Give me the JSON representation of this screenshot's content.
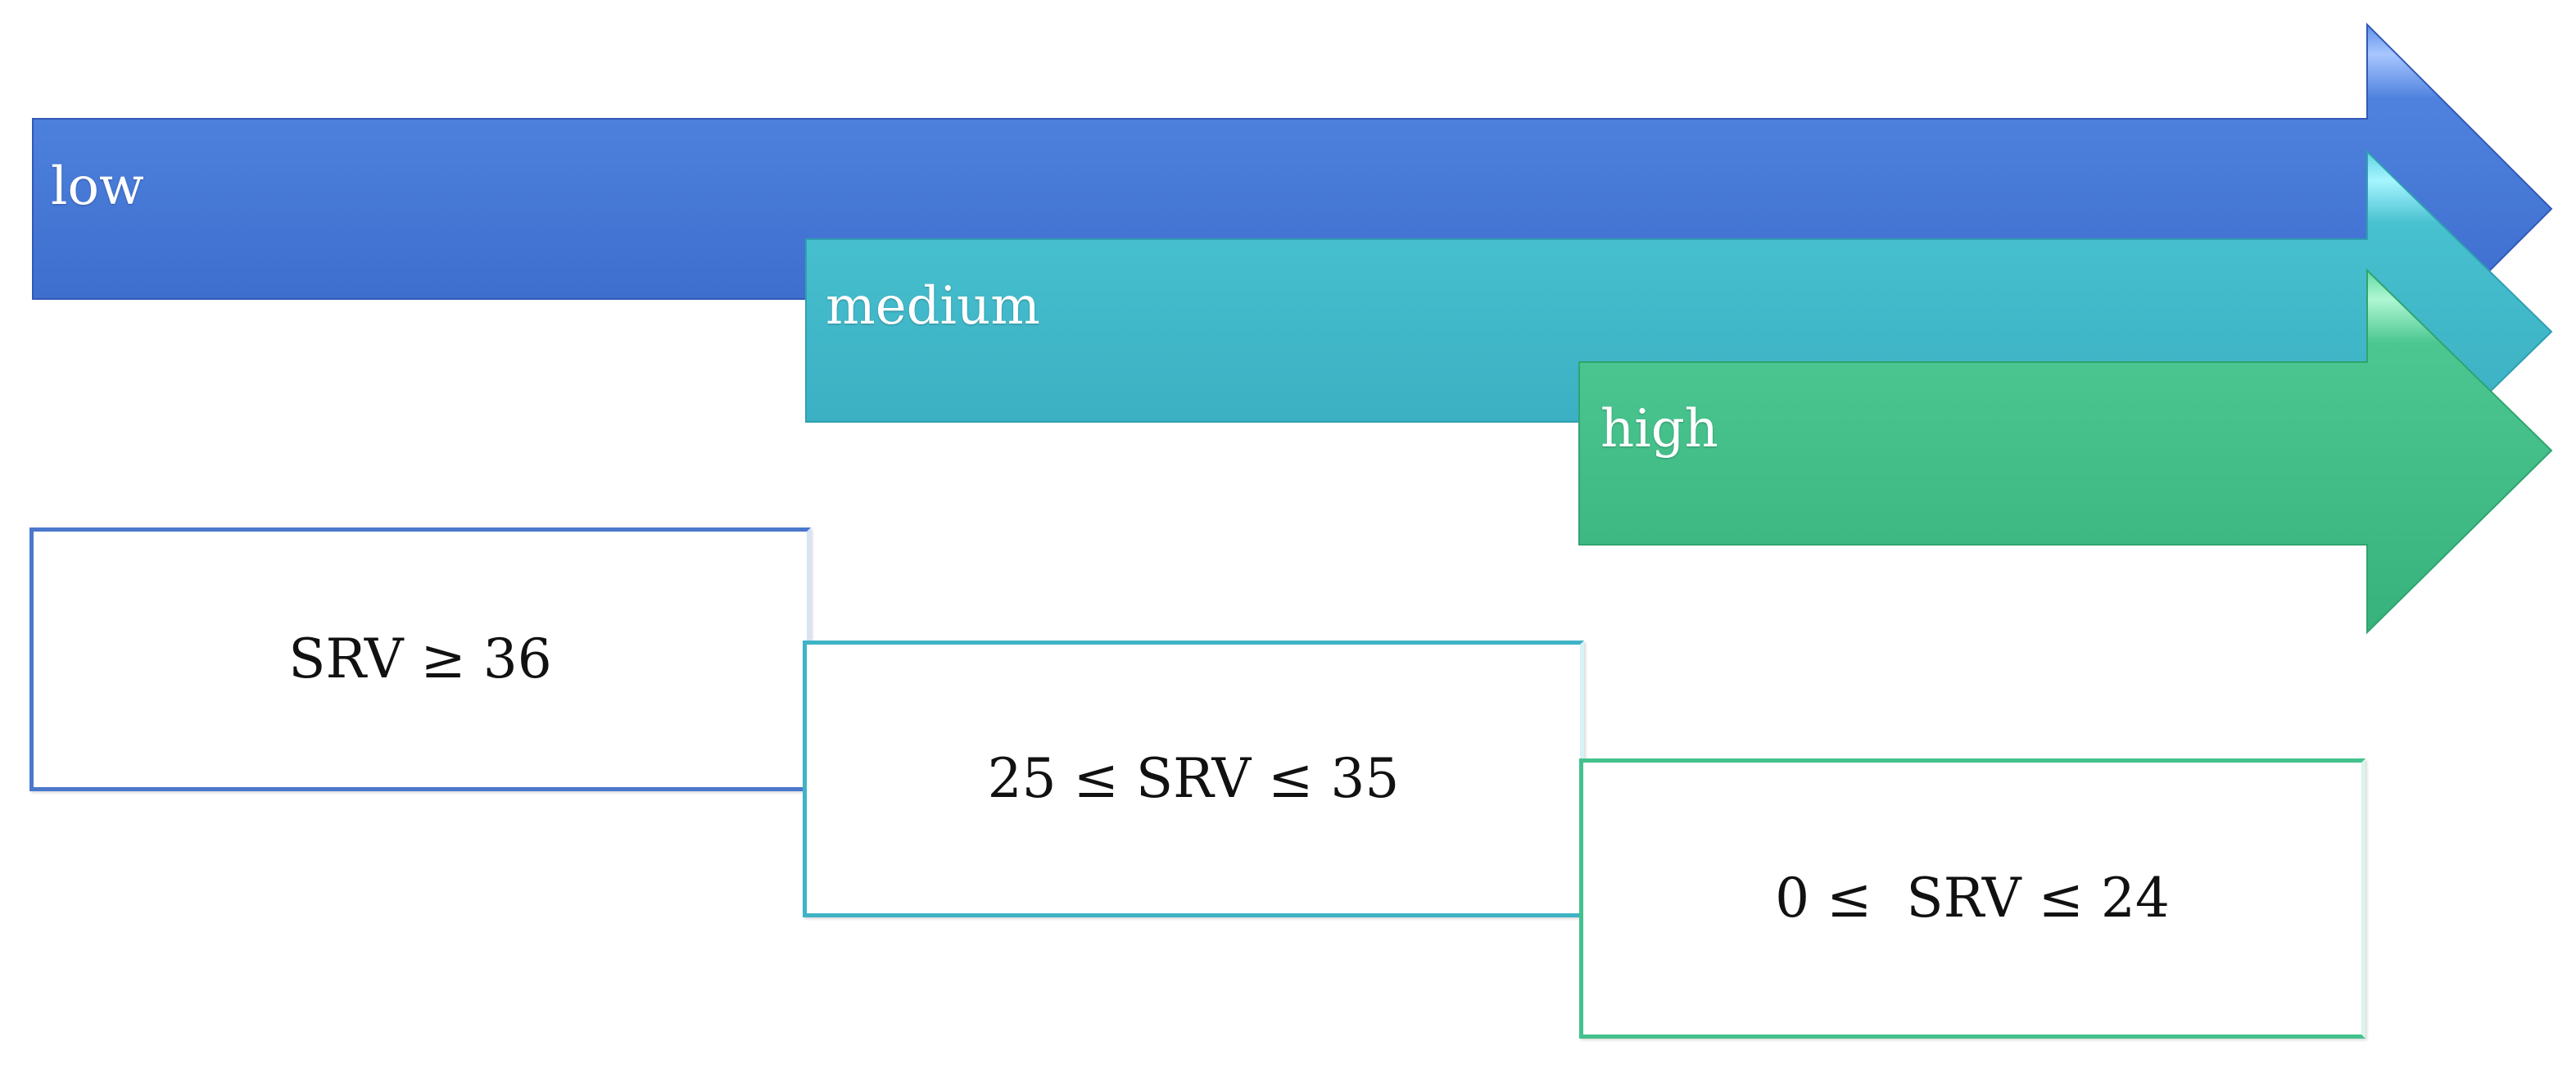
{
  "arrows": {
    "low": {
      "label": "low",
      "color": "#3f6fcb"
    },
    "medium": {
      "label": "medium",
      "color": "#3fb3c6"
    },
    "high": {
      "label": "high",
      "color": "#44c18d"
    }
  },
  "ranges": {
    "low": "SRV ≥ 36",
    "medium": "25 ≤ SRV ≤ 35",
    "high": "0 ≤  SRV ≤ 24"
  }
}
